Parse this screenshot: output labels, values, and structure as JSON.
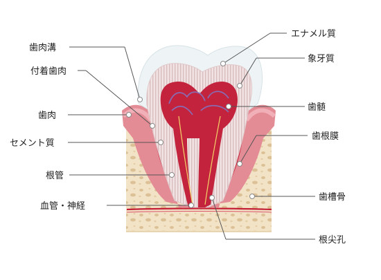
{
  "labels": {
    "gingival_sulcus": "歯肉溝",
    "attached_gingiva": "付着歯肉",
    "gingiva": "歯肉",
    "cementum": "セメント質",
    "root_canal": "根管",
    "vessels_nerves": "血管・神経",
    "enamel": "エナメル質",
    "dentin": "象牙質",
    "pulp": "歯髄",
    "periodontal_ligament": "歯根膜",
    "alveolar_bone": "歯槽骨",
    "apical_foramen": "根尖孔"
  },
  "colors": {
    "enamel": "#eef4f6",
    "dentin": "#eddede",
    "dentin_stripe": "#d9b9bb",
    "pulp": "#c3233c",
    "nerve": "#8a6ab0",
    "gum": "#e48c95",
    "bone": "#f3e3c6",
    "bone_spots": "#ddc49a",
    "vessel": "#c41f36"
  }
}
